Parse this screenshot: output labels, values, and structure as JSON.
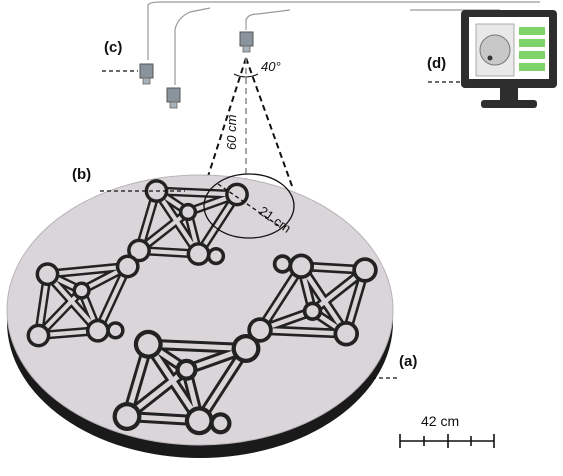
{
  "labels": {
    "a": "(a)",
    "b": "(b)",
    "c": "(c)",
    "d": "(d)"
  },
  "annotations": {
    "angle": "40°",
    "height": "60 cm",
    "diameter": "21 cm",
    "scale": "42 cm"
  },
  "colors": {
    "platform_top": "#d9d5d9",
    "platform_side": "#1a1a1a",
    "track": "#2b2b2b",
    "monitor_body": "#2e2e2e",
    "monitor_bars": "#7fd36b",
    "camera": "#8a949c"
  }
}
